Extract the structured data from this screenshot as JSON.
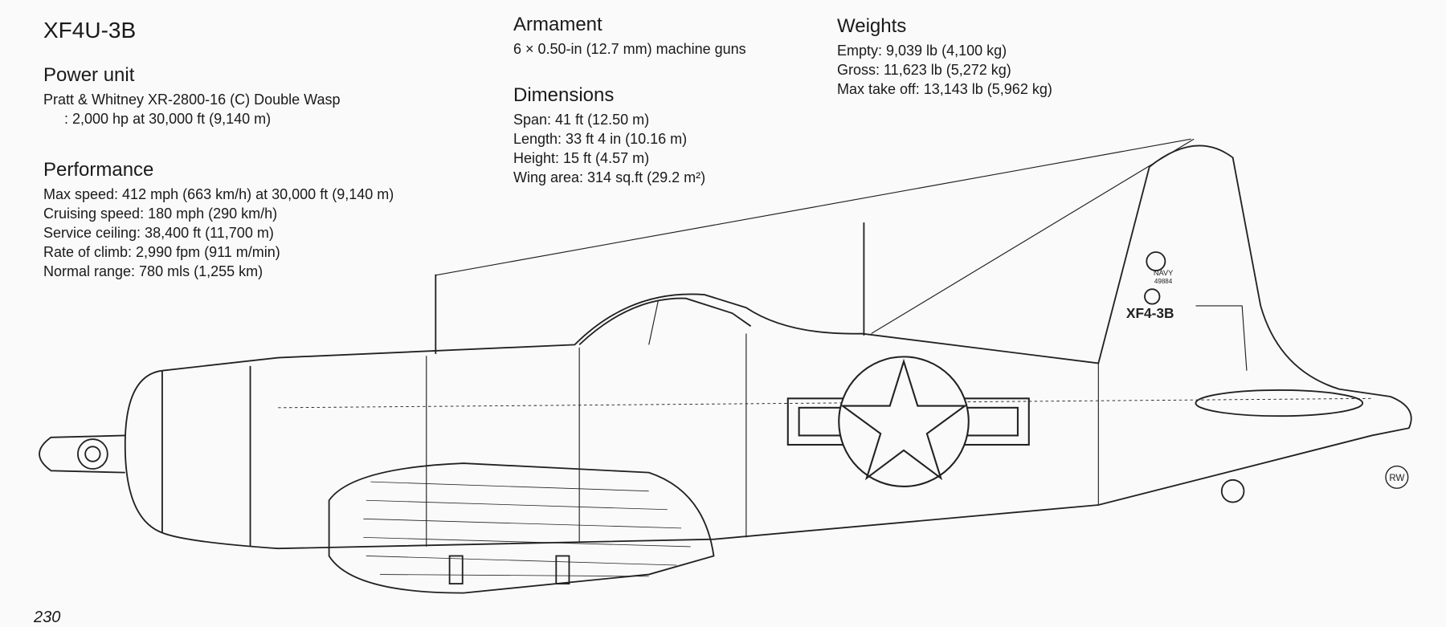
{
  "title": "XF4U-3B",
  "power_unit": {
    "heading": "Power unit",
    "lines": [
      "Pratt & Whitney XR-2800-16 (C) Double Wasp",
      ": 2,000 hp at 30,000 ft (9,140 m)"
    ]
  },
  "performance": {
    "heading": "Performance",
    "lines": [
      "Max speed: 412 mph (663 km/h) at 30,000 ft (9,140 m)",
      "Cruising speed: 180 mph (290 km/h)",
      "Service ceiling: 38,400 ft (11,700 m)",
      "Rate of climb: 2,990 fpm (911 m/min)",
      "Normal range: 780 mls (1,255 km)"
    ]
  },
  "armament": {
    "heading": "Armament",
    "lines": [
      "6 × 0.50-in (12.7 mm) machine guns"
    ]
  },
  "dimensions": {
    "heading": "Dimensions",
    "lines": [
      "Span: 41 ft (12.50 m)",
      "Length: 33 ft 4 in (10.16 m)",
      "Height: 15 ft (4.57 m)",
      "Wing area: 314 sq.ft (29.2 m²)"
    ]
  },
  "weights": {
    "heading": "Weights",
    "lines": [
      "Empty: 9,039 lb (4,100 kg)",
      "Gross: 11,623 lb (5,272 kg)",
      "Max take off: 13,143 lb (5,962 kg)"
    ]
  },
  "aircraft_markings": {
    "service": "NAVY",
    "serial": "49884",
    "designation": "XF4-3B"
  },
  "artist_signature": "RW",
  "page_number": "230"
}
